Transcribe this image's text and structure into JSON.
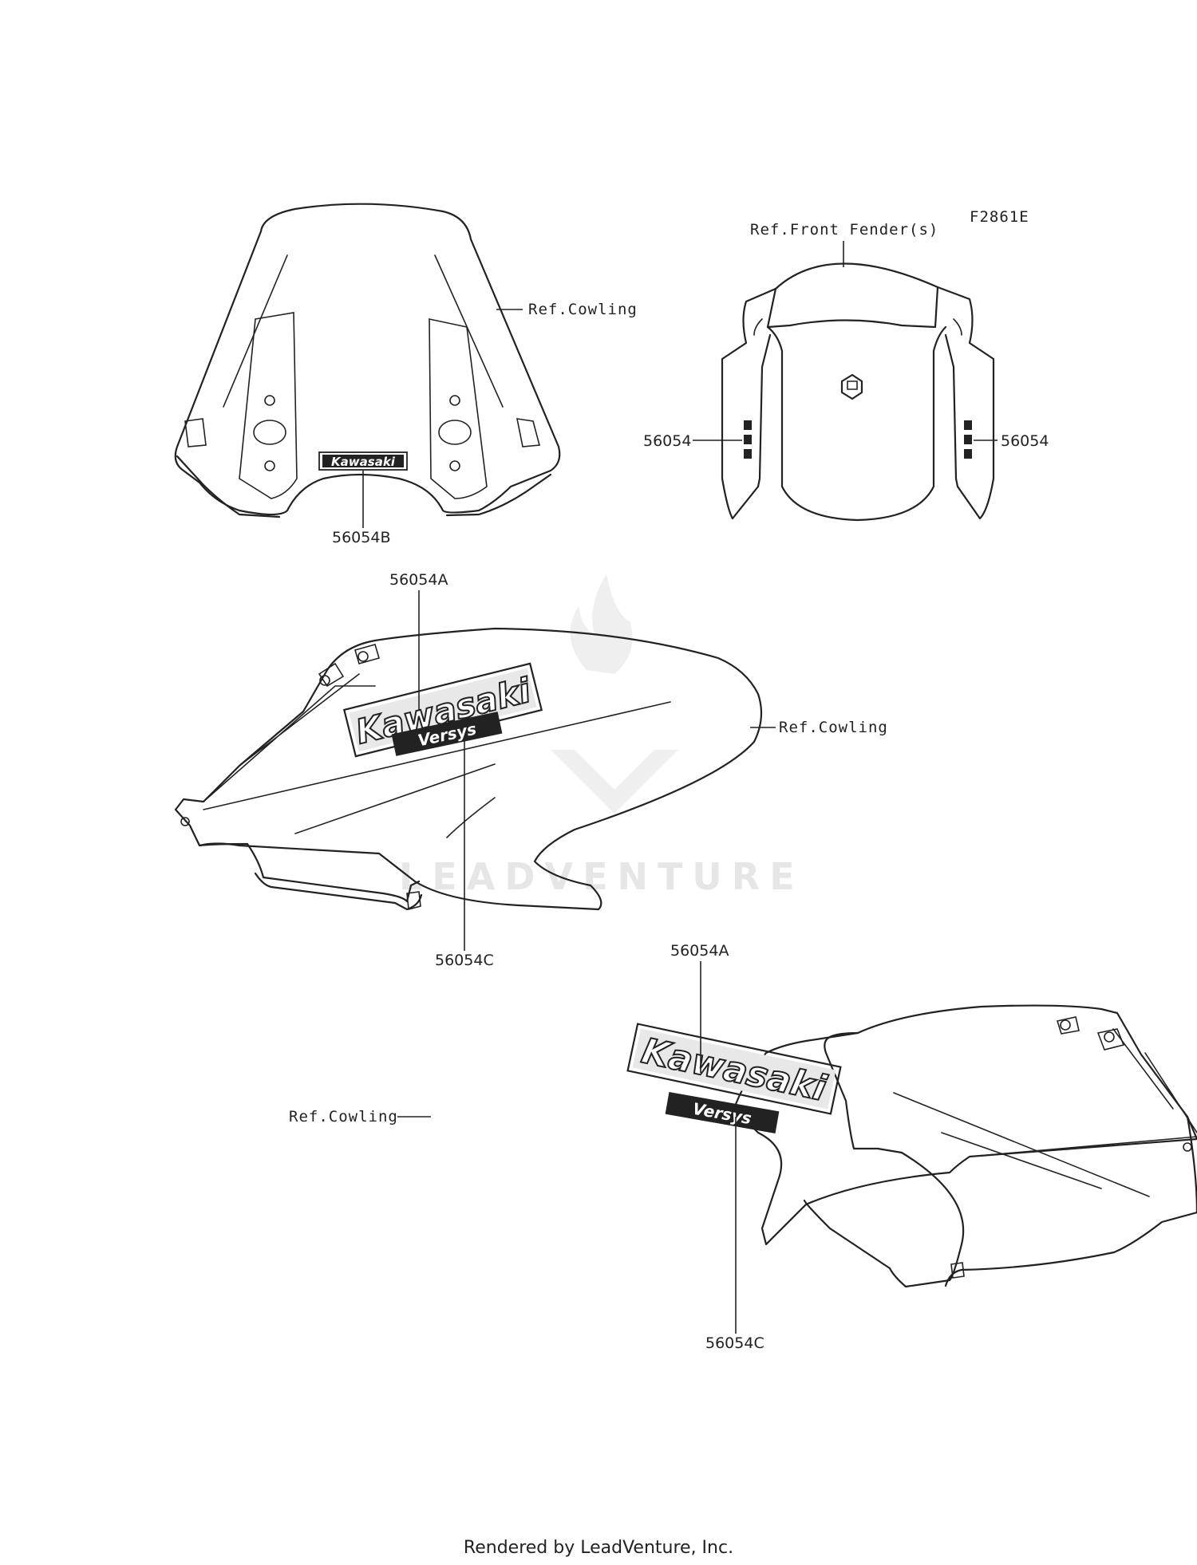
{
  "figure_code": "F2861E",
  "labels": {
    "ref_cowling": "Ref.Cowling",
    "ref_front_fender": "Ref.Front Fender(s)"
  },
  "part_numbers": {
    "windshield_emblem": "56054B",
    "fender_left": "56054",
    "fender_right": "56054",
    "upper_emblem": "56054A",
    "upper_model": "56054C",
    "lower_emblem": "56054A",
    "lower_model": "56054C"
  },
  "decal_text": {
    "brand": "Kawasaki",
    "model": "Versys"
  },
  "watermark": "LEADVENTURE",
  "footer": "Rendered by LeadVenture, Inc."
}
